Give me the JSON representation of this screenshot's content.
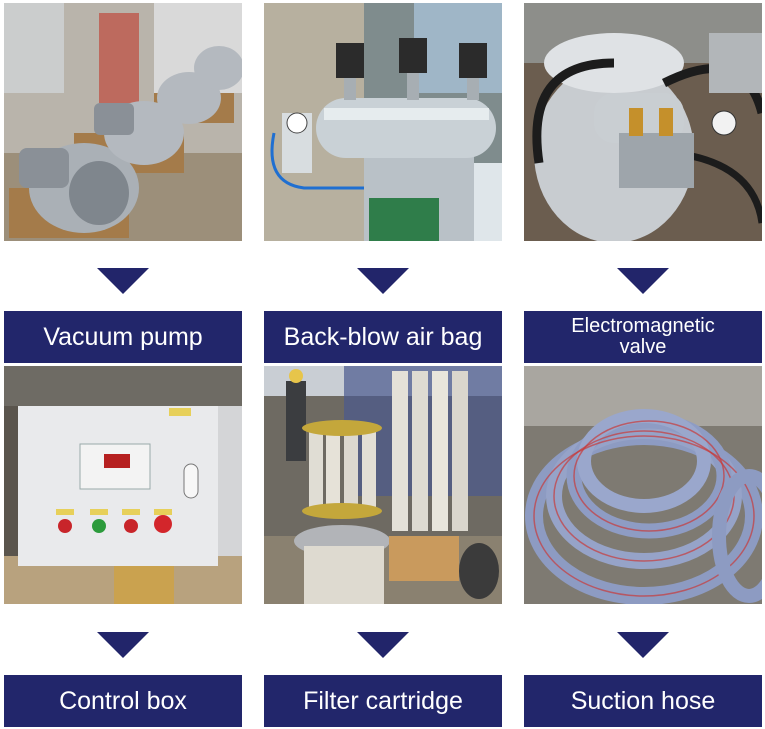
{
  "items": [
    {
      "label": "Vacuum pump",
      "photo": "vacuum-pump-photo"
    },
    {
      "label": "Back-blow air bag",
      "photo": "back-blow-air-bag-photo"
    },
    {
      "label": "Electromagnetic valve",
      "photo": "electromagnetic-valve-photo"
    },
    {
      "label": "Control box",
      "photo": "control-box-photo"
    },
    {
      "label": "Filter cartridge",
      "photo": "filter-cartridge-photo"
    },
    {
      "label": "Suction hose",
      "photo": "suction-hose-photo"
    }
  ],
  "colors": {
    "label_bg": "#22266b",
    "arrow": "#22256a",
    "background": "#ffffff"
  },
  "icons": [
    "down-arrow-icon"
  ]
}
